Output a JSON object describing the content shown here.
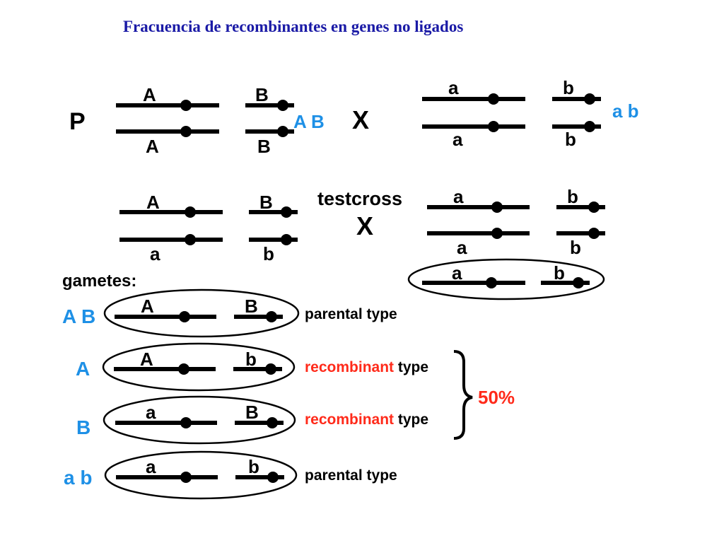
{
  "title": "Fracuencia de recombinantes en genes no ligados",
  "colors": {
    "title": "#1a1aa6",
    "allele_label": "#1e90e6",
    "recombinant": "#ff2a1a",
    "text": "#000000"
  },
  "parental": {
    "label": "P",
    "cross_symbol": "X",
    "left": {
      "top_a": "A",
      "bottom_a": "A",
      "top_b": "B",
      "bottom_b": "B",
      "gamete": "A B"
    },
    "right": {
      "top_a": "a",
      "bottom_a": "a",
      "top_b": "b",
      "bottom_b": "b",
      "gamete": "a b"
    }
  },
  "testcross": {
    "label": "testcross",
    "cross_symbol": "X",
    "left": {
      "top_a": "A",
      "bottom_a": "a",
      "top_b": "B",
      "bottom_b": "b"
    },
    "right": {
      "top_a": "a",
      "bottom_a": "a",
      "top_b": "b",
      "bottom_b": "b"
    },
    "tester_gamete": {
      "a": "a",
      "b": "b"
    }
  },
  "gametes": {
    "heading": "gametes:",
    "rows": [
      {
        "side_label": "A B",
        "a": "A",
        "b": "B",
        "type_word": "",
        "type_suffix": "parental type"
      },
      {
        "side_label": "A",
        "a": "A",
        "b": "b",
        "type_word": "recombinant",
        "type_suffix": " type"
      },
      {
        "side_label": "B",
        "a": "a",
        "b": "B",
        "type_word": "recombinant",
        "type_suffix": " type"
      },
      {
        "side_label": "a b",
        "a": "a",
        "b": "b",
        "type_word": "",
        "type_suffix": "parental type"
      }
    ],
    "recombinant_total": "50%"
  }
}
